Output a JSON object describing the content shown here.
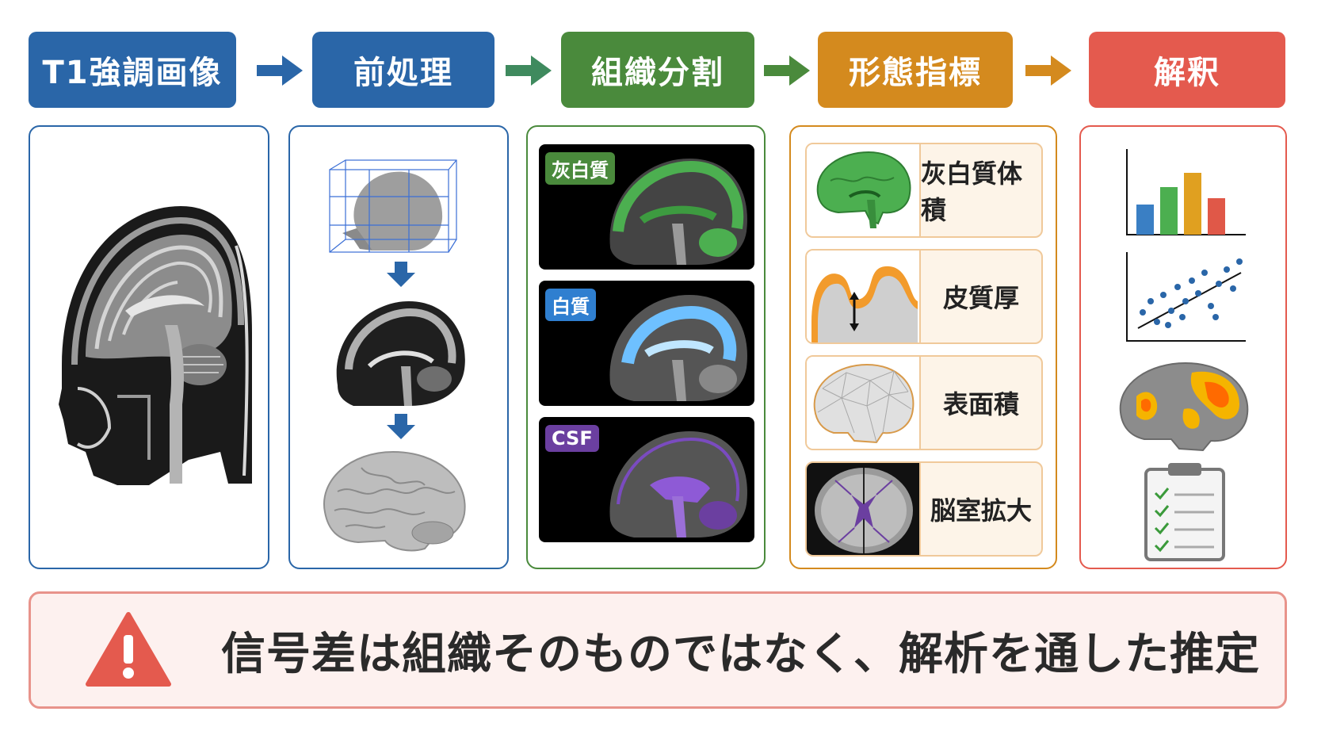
{
  "steps": [
    {
      "label": "T1強調画像",
      "color": "#2a66a8"
    },
    {
      "label": "前処理",
      "color": "#2a66a8"
    },
    {
      "label": "組織分割",
      "color": "#4a8a3c"
    },
    {
      "label": "形態指標",
      "color": "#d48a1e"
    },
    {
      "label": "解釈",
      "color": "#e45a4e"
    }
  ],
  "arrows": [
    {
      "icon": "right-arrow-icon",
      "color": "#2a66a8"
    },
    {
      "icon": "right-arrow-icon",
      "color": "#3f8a5e"
    },
    {
      "icon": "right-arrow-icon",
      "color": "#4a8a3c"
    },
    {
      "icon": "right-arrow-icon",
      "color": "#d48a1e"
    }
  ],
  "segmentation": [
    {
      "label": "灰白質",
      "color": "#4a8a3c"
    },
    {
      "label": "白質",
      "color": "#2f7fd0"
    },
    {
      "label": "CSF",
      "color": "#6b3fa0"
    }
  ],
  "metrics": [
    {
      "label": "灰白質体積",
      "icon": "green-brain-icon"
    },
    {
      "label": "皮質厚",
      "icon": "cortical-thickness-icon"
    },
    {
      "label": "表面積",
      "icon": "surface-mesh-brain-icon"
    },
    {
      "label": "脳室拡大",
      "icon": "ventricle-axial-icon"
    }
  ],
  "interpretation_icons": [
    "bar-chart-icon",
    "scatter-plot-icon",
    "activation-brain-icon",
    "checklist-clipboard-icon"
  ],
  "warning": {
    "icon": "warning-triangle-icon",
    "text": "信号差は組織そのものではなく、解析を通した推定"
  }
}
